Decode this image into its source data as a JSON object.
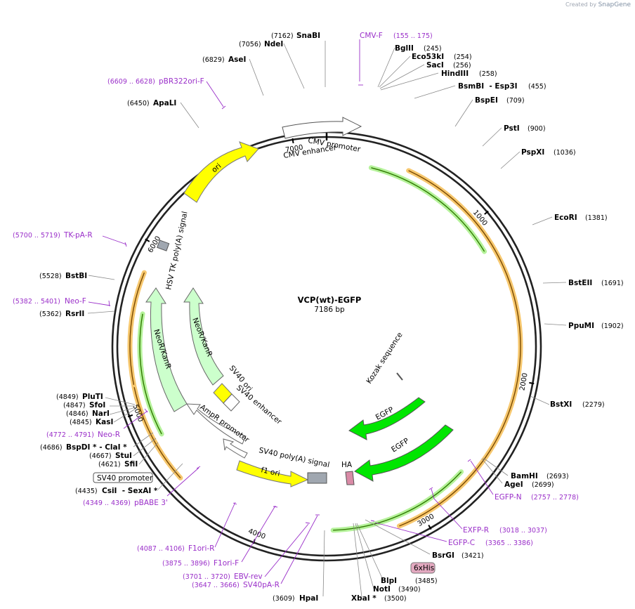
{
  "credit": {
    "prefix": "Created by",
    "brand": "SnapGene"
  },
  "plasmid": {
    "name": "VCP(wt)-EGFP",
    "length_label": "7186 bp",
    "length": 7186
  },
  "ticks": [
    {
      "bp": 1000,
      "label": "1000"
    },
    {
      "bp": 2000,
      "label": "2000"
    },
    {
      "bp": 3000,
      "label": "3000"
    },
    {
      "bp": 4000,
      "label": "4000"
    },
    {
      "bp": 5000,
      "label": "5000"
    },
    {
      "bp": 6000,
      "label": "6000"
    },
    {
      "bp": 7000,
      "label": "7000"
    }
  ],
  "enzymes": [
    {
      "name": "SnaBI",
      "pos": "(7162)",
      "bp": 7162
    },
    {
      "name": "NdeI",
      "pos": "(7056)",
      "bp": 7056
    },
    {
      "name": "AseI",
      "pos": "(6829)",
      "bp": 6829
    },
    {
      "name": "ApaLI",
      "pos": "(6450)",
      "bp": 6450
    },
    {
      "name": "BglII",
      "pos": "(245)",
      "bp": 245
    },
    {
      "name": "Eco53kI",
      "pos": "(254)",
      "bp": 254
    },
    {
      "name": "SacI",
      "pos": "(256)",
      "bp": 256
    },
    {
      "name": "HindIII",
      "pos": "(258)",
      "bp": 258
    },
    {
      "name": "BsmBI  - Esp3I",
      "pos": "(455)",
      "bp": 455
    },
    {
      "name": "BspEI",
      "pos": "(709)",
      "bp": 709
    },
    {
      "name": "PstI",
      "pos": "(900)",
      "bp": 900
    },
    {
      "name": "PspXI",
      "pos": "(1036)",
      "bp": 1036
    },
    {
      "name": "EcoRI",
      "pos": "(1381)",
      "bp": 1381
    },
    {
      "name": "BstEII",
      "pos": "(1691)",
      "bp": 1691
    },
    {
      "name": "PpuMI",
      "pos": "(1902)",
      "bp": 1902
    },
    {
      "name": "BstXI",
      "pos": "(2279)",
      "bp": 2279
    },
    {
      "name": "BamHI",
      "pos": "(2693)",
      "bp": 2693
    },
    {
      "name": "AgeI",
      "pos": "(2699)",
      "bp": 2699
    },
    {
      "name": "BsrGI",
      "pos": "(3421)",
      "bp": 3421
    },
    {
      "name": "BlpI",
      "pos": "(3485)",
      "bp": 3485
    },
    {
      "name": "NotI",
      "pos": "(3490)",
      "bp": 3490
    },
    {
      "name": "XbaI *",
      "pos": "(3500)",
      "bp": 3500
    },
    {
      "name": "HpaI",
      "pos": "(3609)",
      "bp": 3609
    },
    {
      "name": "CsiI  - SexAI *",
      "pos": "(4435)",
      "bp": 4435
    },
    {
      "name": "SfiI",
      "pos": "(4621)",
      "bp": 4621
    },
    {
      "name": "StuI",
      "pos": "(4667)",
      "bp": 4667
    },
    {
      "name": "BspDI * - ClaI *",
      "pos": "(4686)",
      "bp": 4686
    },
    {
      "name": "KasI",
      "pos": "(4845)",
      "bp": 4845
    },
    {
      "name": "NarI",
      "pos": "(4846)",
      "bp": 4846
    },
    {
      "name": "SfoI",
      "pos": "(4847)",
      "bp": 4847
    },
    {
      "name": "PluTI",
      "pos": "(4849)",
      "bp": 4849
    },
    {
      "name": "RsrII",
      "pos": "(5362)",
      "bp": 5362
    },
    {
      "name": "BstBI",
      "pos": "(5528)",
      "bp": 5528
    }
  ],
  "primers": [
    {
      "name": "CMV-F",
      "range": "(155 .. 175)"
    },
    {
      "name": "pBR322ori-F",
      "range": "(6609 .. 6628)"
    },
    {
      "name": "TK-pA-R",
      "range": "(5700 .. 5719)"
    },
    {
      "name": "Neo-F",
      "range": "(5382 .. 5401)"
    },
    {
      "name": "Neo-R",
      "range": "(4772 .. 4791)"
    },
    {
      "name": "pBABE 3'",
      "range": "(4349 .. 4369)"
    },
    {
      "name": "F1ori-R",
      "range": "(4087 .. 4106)"
    },
    {
      "name": "F1ori-F",
      "range": "(3875 .. 3896)"
    },
    {
      "name": "EBV-rev",
      "range": "(3701 .. 3720)"
    },
    {
      "name": "SV40pA-R",
      "range": "(3647 .. 3666)"
    },
    {
      "name": "EGFP-N",
      "range": "(2757 .. 2778)"
    },
    {
      "name": "EXFP-R",
      "range": "(3018 .. 3037)"
    },
    {
      "name": "EGFP-C",
      "range": "(3365 .. 3386)"
    }
  ],
  "boxed_labels": {
    "sv40_promoter": "SV40 promoter",
    "his": "6xHis"
  },
  "features": {
    "cmv_promoter": "CMV promoter",
    "cmv_enhancer": "CMV enhancer",
    "ori": "ori",
    "hsv_tk": "HSV TK poly(A) signal",
    "neo_outer": "NeoR/KanR",
    "neo_inner": "NeoR/KanR",
    "sv40_ori": "SV40 ori",
    "sv40_enhancer": "SV40 enhancer",
    "ampr_promoter": "AmpR promoter",
    "sv40_polya": "SV40 poly(A) signal",
    "f1_ori": "f1 ori",
    "ha": "HA",
    "egfp_1": "EGFP",
    "egfp_2": "EGFP",
    "kozak": "Kozak sequence"
  },
  "colors": {
    "backbone": "#222222",
    "primer": "#9a2fc9",
    "yellow_feature": "#ffff00",
    "green_feature": "#00e600",
    "neo_feature": "#ccffcc",
    "orf_halo": "#f7c86f",
    "orf_line": "#8a5a00",
    "gray_feature": "#a0a7b0"
  }
}
